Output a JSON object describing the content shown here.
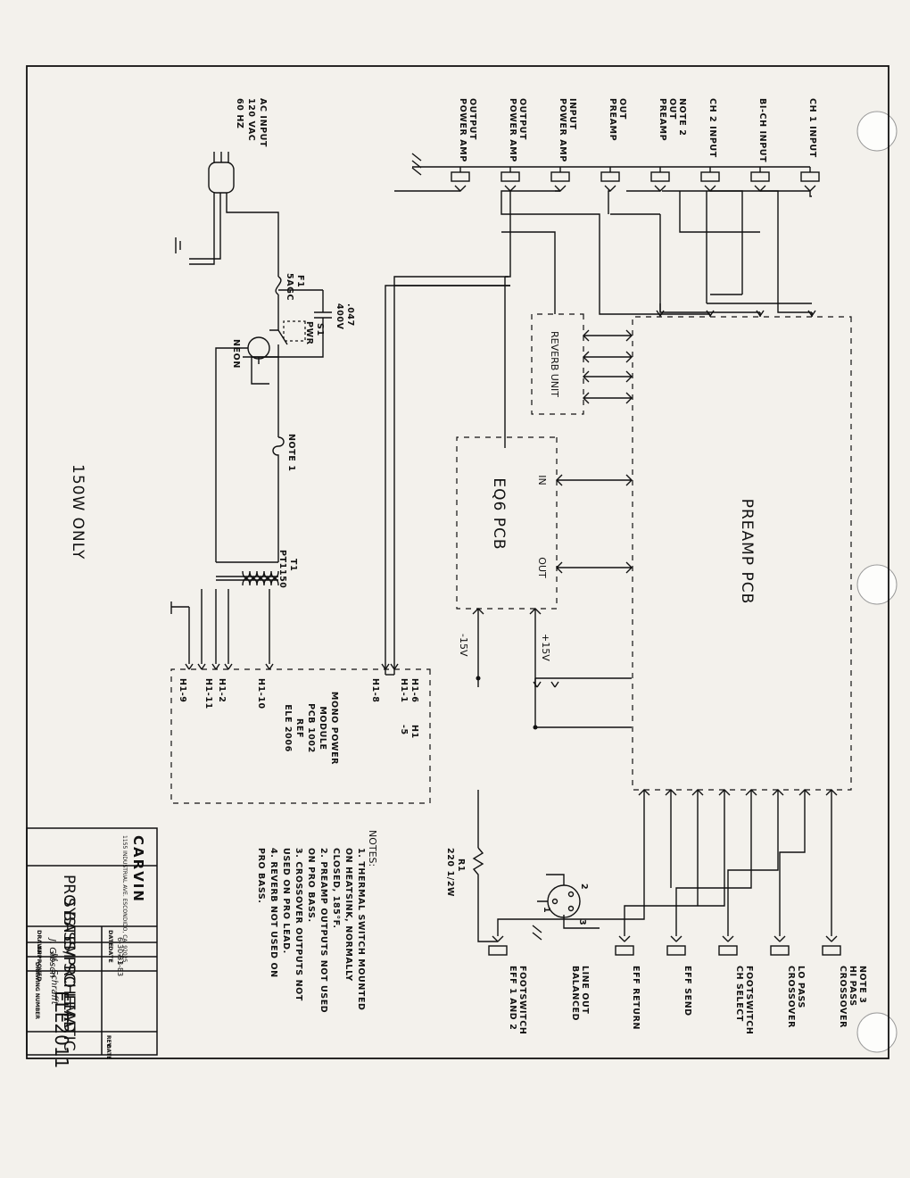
{
  "left_jacks": [
    {
      "key": "ch1",
      "lines": [
        "CH 1  INPUT"
      ]
    },
    {
      "key": "bich",
      "lines": [
        "BI-CH INPUT"
      ]
    },
    {
      "key": "ch2",
      "lines": [
        "CH 2  INPUT"
      ]
    },
    {
      "key": "preampout_n2",
      "lines": [
        "PREAMP",
        "OUT",
        "NOTE 2"
      ]
    },
    {
      "key": "preampout",
      "lines": [
        "PREAMP",
        "OUT"
      ]
    },
    {
      "key": "pwrin",
      "lines": [
        "POWER AMP",
        "INPUT"
      ]
    },
    {
      "key": "pwrout1",
      "lines": [
        "POWER AMP",
        "OUTPUT"
      ]
    },
    {
      "key": "pwrout2",
      "lines": [
        "POWER AMP",
        "OUTPUT"
      ]
    }
  ],
  "ac_input": [
    "AC INPUT",
    "120 VAC",
    "60 HZ"
  ],
  "fuse": [
    "F1",
    "5AGC"
  ],
  "switch": [
    "S1",
    "PWR"
  ],
  "capacitor": [
    ".047",
    "400V"
  ],
  "neon": "NEON",
  "note1": "NOTE 1",
  "transformer": [
    "T1",
    "PT1150"
  ],
  "reverb": "REVERB UNIT",
  "eq6": {
    "title": "EQ6 PCB",
    "in": "IN",
    "out": "OUT"
  },
  "preamp": "PREAMP PCB",
  "supplies": [
    "-15V",
    "+15V"
  ],
  "power_module": {
    "lines": [
      "MONO POWER",
      "MODULE",
      "PCB 1002",
      "REF",
      "ELE 2006"
    ],
    "pins": [
      "H1-6",
      "H1-1",
      "H1-8",
      "H1",
      "-5",
      "H1-10",
      "H1-2",
      "H1-11",
      "H1-9"
    ]
  },
  "footnote": "150W ONLY",
  "resistor": [
    "R1",
    "220 1/2W"
  ],
  "xlr_pins": [
    "1",
    "2",
    "3"
  ],
  "right_jacks": [
    {
      "key": "xover_hi",
      "lines": [
        "CROSSOVER",
        "HI PASS",
        "NOTE 3"
      ]
    },
    {
      "key": "xover_lo",
      "lines": [
        "CROSSOVER",
        "LO PASS"
      ]
    },
    {
      "key": "chsel",
      "lines": [
        "CH SELECT",
        "FOOTSWITCH"
      ]
    },
    {
      "key": "effsend",
      "lines": [
        "EFF SEND"
      ]
    },
    {
      "key": "effret",
      "lines": [
        "EFF RETURN"
      ]
    },
    {
      "key": "balout",
      "lines": [
        "BALANCED",
        "LINE OUT"
      ]
    },
    {
      "key": "efffs",
      "lines": [
        "EFF 1 AND 2",
        "FOOTSWITCH"
      ]
    }
  ],
  "notes": {
    "title": "NOTES:",
    "lines": [
      "1.  THERMAL SWITCH MOUNTED",
      "     ON HEATSINK, NORMALLY",
      "     CLOSED, 185°F.",
      "2.  PREAMP OUTPUTS NOT USED",
      "     ON PRO BASS.",
      "3.  CROSSOVER OUTPUTS NOT",
      "     USED ON PRO LEAD.",
      "4.  REVERB NOT USED ON",
      "     PRO BASS."
    ]
  },
  "title_block": {
    "company": "CARVIN",
    "company_sub": "1155 INDUSTRIAL AVE.  ESCONDIDO, CA. 92025",
    "title1": "PRO BASS/PRO LEAD",
    "title2": "SYSTEM SCHEMATIC",
    "drawn_label": "DRAWN",
    "drawn_sig": "J. Gibson",
    "drawn_date_label": "DATE",
    "drawn_date": "6-30-83",
    "approved_label": "APPROVED",
    "approved_sig": "J.L. Schrafft",
    "approved_date_label": "DATE",
    "approved_date": "7-1-83",
    "number_label": "DRAWING NUMBER",
    "number": "ELE2011",
    "rev_label": "REV.",
    "rev_date_label": "DATE"
  }
}
